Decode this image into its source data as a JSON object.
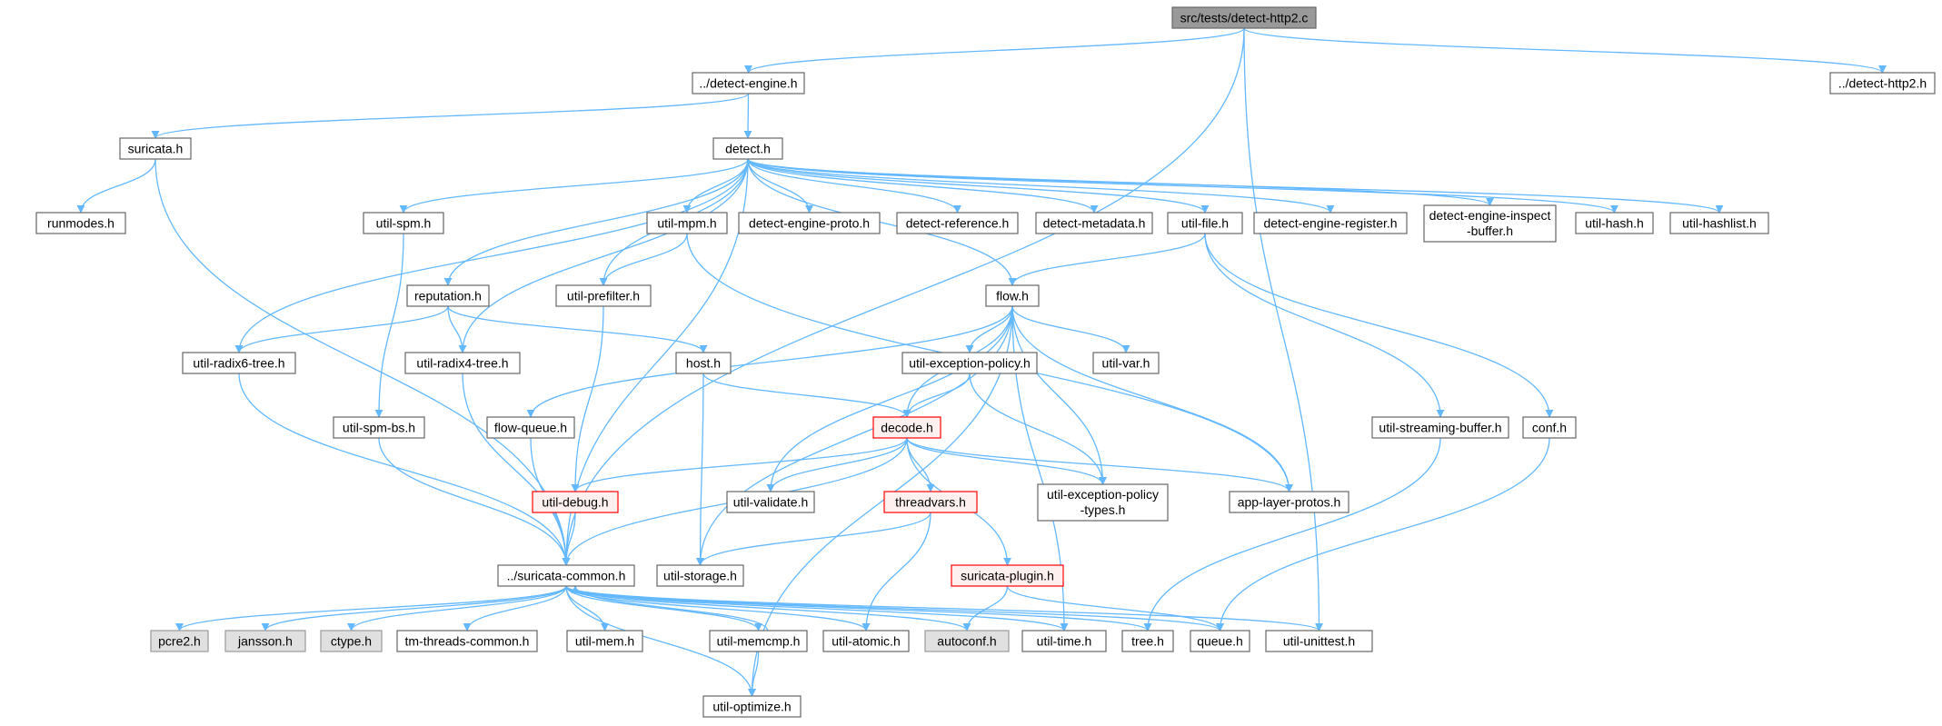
{
  "colors": {
    "edge": "#63b8ff",
    "node_border": "#666666",
    "node_fill": "#ffffff",
    "root_fill": "#999999",
    "external_fill": "#e0e0e0",
    "external_border": "#999999",
    "incomplete_border": "#ff0000",
    "incomplete_fill": "#fff0f0"
  },
  "graph": {
    "nodes": [
      {
        "id": "root",
        "label": "src/tests/detect-http2.c",
        "style": "root"
      },
      {
        "id": "detect_engine",
        "label": "../detect-engine.h",
        "style": "normal"
      },
      {
        "id": "detect_http2",
        "label": "../detect-http2.h",
        "style": "normal"
      },
      {
        "id": "suricata",
        "label": "suricata.h",
        "style": "normal"
      },
      {
        "id": "detect",
        "label": "detect.h",
        "style": "normal"
      },
      {
        "id": "runmodes",
        "label": "runmodes.h",
        "style": "normal"
      },
      {
        "id": "util_spm",
        "label": "util-spm.h",
        "style": "normal"
      },
      {
        "id": "util_mpm",
        "label": "util-mpm.h",
        "style": "normal"
      },
      {
        "id": "detect_engine_proto",
        "label": "detect-engine-proto.h",
        "style": "normal"
      },
      {
        "id": "detect_reference",
        "label": "detect-reference.h",
        "style": "normal"
      },
      {
        "id": "detect_metadata",
        "label": "detect-metadata.h",
        "style": "normal"
      },
      {
        "id": "util_file",
        "label": "util-file.h",
        "style": "normal"
      },
      {
        "id": "detect_engine_register",
        "label": "detect-engine-register.h",
        "style": "normal"
      },
      {
        "id": "detect_engine_inspect_buffer",
        "label": "detect-engine-inspect\n-buffer.h",
        "style": "normal"
      },
      {
        "id": "util_hash",
        "label": "util-hash.h",
        "style": "normal"
      },
      {
        "id": "util_hashlist",
        "label": "util-hashlist.h",
        "style": "normal"
      },
      {
        "id": "reputation",
        "label": "reputation.h",
        "style": "normal"
      },
      {
        "id": "util_prefilter",
        "label": "util-prefilter.h",
        "style": "normal"
      },
      {
        "id": "flow",
        "label": "flow.h",
        "style": "normal"
      },
      {
        "id": "util_radix6_tree",
        "label": "util-radix6-tree.h",
        "style": "normal"
      },
      {
        "id": "util_radix4_tree",
        "label": "util-radix4-tree.h",
        "style": "normal"
      },
      {
        "id": "host",
        "label": "host.h",
        "style": "normal"
      },
      {
        "id": "util_exception_policy",
        "label": "util-exception-policy.h",
        "style": "normal"
      },
      {
        "id": "util_var",
        "label": "util-var.h",
        "style": "normal"
      },
      {
        "id": "util_spm_bs",
        "label": "util-spm-bs.h",
        "style": "normal"
      },
      {
        "id": "flow_queue",
        "label": "flow-queue.h",
        "style": "normal"
      },
      {
        "id": "decode",
        "label": "decode.h",
        "style": "incomplete"
      },
      {
        "id": "util_streaming_buffer",
        "label": "util-streaming-buffer.h",
        "style": "normal"
      },
      {
        "id": "conf",
        "label": "conf.h",
        "style": "normal"
      },
      {
        "id": "util_debug",
        "label": "util-debug.h",
        "style": "incomplete"
      },
      {
        "id": "util_validate",
        "label": "util-validate.h",
        "style": "normal"
      },
      {
        "id": "threadvars",
        "label": "threadvars.h",
        "style": "incomplete"
      },
      {
        "id": "util_exception_policy_types",
        "label": "util-exception-policy\n-types.h",
        "style": "normal"
      },
      {
        "id": "app_layer_protos",
        "label": "app-layer-protos.h",
        "style": "normal"
      },
      {
        "id": "suricata_common",
        "label": "../suricata-common.h",
        "style": "normal"
      },
      {
        "id": "util_storage",
        "label": "util-storage.h",
        "style": "normal"
      },
      {
        "id": "suricata_plugin",
        "label": "suricata-plugin.h",
        "style": "incomplete"
      },
      {
        "id": "pcre2",
        "label": "pcre2.h",
        "style": "external"
      },
      {
        "id": "jansson",
        "label": "jansson.h",
        "style": "external"
      },
      {
        "id": "ctype",
        "label": "ctype.h",
        "style": "external"
      },
      {
        "id": "tm_threads_common",
        "label": "tm-threads-common.h",
        "style": "normal"
      },
      {
        "id": "util_mem",
        "label": "util-mem.h",
        "style": "normal"
      },
      {
        "id": "util_memcmp",
        "label": "util-memcmp.h",
        "style": "normal"
      },
      {
        "id": "util_atomic",
        "label": "util-atomic.h",
        "style": "normal"
      },
      {
        "id": "autoconf",
        "label": "autoconf.h",
        "style": "external"
      },
      {
        "id": "util_time",
        "label": "util-time.h",
        "style": "normal"
      },
      {
        "id": "tree",
        "label": "tree.h",
        "style": "normal"
      },
      {
        "id": "queue",
        "label": "queue.h",
        "style": "normal"
      },
      {
        "id": "util_unittest",
        "label": "util-unittest.h",
        "style": "normal"
      },
      {
        "id": "util_optimize",
        "label": "util-optimize.h",
        "style": "normal"
      }
    ],
    "edges": [
      [
        "root",
        "detect_engine"
      ],
      [
        "root",
        "detect_http2"
      ],
      [
        "root",
        "suricata_common"
      ],
      [
        "root",
        "util_unittest"
      ],
      [
        "detect_engine",
        "suricata"
      ],
      [
        "detect_engine",
        "detect"
      ],
      [
        "suricata",
        "runmodes"
      ],
      [
        "suricata",
        "suricata_common"
      ],
      [
        "detect",
        "util_spm"
      ],
      [
        "detect",
        "util_mpm"
      ],
      [
        "detect",
        "detect_engine_proto"
      ],
      [
        "detect",
        "detect_reference"
      ],
      [
        "detect",
        "detect_metadata"
      ],
      [
        "detect",
        "util_file"
      ],
      [
        "detect",
        "detect_engine_register"
      ],
      [
        "detect",
        "detect_engine_inspect_buffer"
      ],
      [
        "detect",
        "util_hash"
      ],
      [
        "detect",
        "util_hashlist"
      ],
      [
        "detect",
        "reputation"
      ],
      [
        "detect",
        "util_prefilter"
      ],
      [
        "detect",
        "flow"
      ],
      [
        "detect",
        "util_radix6_tree"
      ],
      [
        "detect",
        "util_radix4_tree"
      ],
      [
        "detect",
        "suricata_common"
      ],
      [
        "util_spm",
        "util_spm_bs"
      ],
      [
        "util_spm_bs",
        "suricata_common"
      ],
      [
        "util_mpm",
        "util_prefilter"
      ],
      [
        "util_mpm",
        "app_layer_protos"
      ],
      [
        "util_file",
        "flow"
      ],
      [
        "util_file",
        "util_streaming_buffer"
      ],
      [
        "util_file",
        "conf"
      ],
      [
        "reputation",
        "util_radix6_tree"
      ],
      [
        "reputation",
        "util_radix4_tree"
      ],
      [
        "reputation",
        "host"
      ],
      [
        "util_prefilter",
        "util_debug"
      ],
      [
        "flow",
        "flow_queue"
      ],
      [
        "flow",
        "util_exception_policy"
      ],
      [
        "flow",
        "util_var"
      ],
      [
        "flow",
        "decode"
      ],
      [
        "flow",
        "util_validate"
      ],
      [
        "flow",
        "util_storage"
      ],
      [
        "flow",
        "util_exception_policy_types"
      ],
      [
        "flow",
        "app_layer_protos"
      ],
      [
        "flow",
        "util_time"
      ],
      [
        "flow",
        "util_optimize"
      ],
      [
        "util_radix6_tree",
        "suricata_common"
      ],
      [
        "util_radix4_tree",
        "suricata_common"
      ],
      [
        "host",
        "decode"
      ],
      [
        "host",
        "util_storage"
      ],
      [
        "util_exception_policy",
        "decode"
      ],
      [
        "util_exception_policy",
        "util_exception_policy_types"
      ],
      [
        "flow_queue",
        "suricata_common"
      ],
      [
        "decode",
        "util_debug"
      ],
      [
        "decode",
        "util_validate"
      ],
      [
        "decode",
        "threadvars"
      ],
      [
        "decode",
        "util_exception_policy_types"
      ],
      [
        "decode",
        "app_layer_protos"
      ],
      [
        "decode",
        "suricata_plugin"
      ],
      [
        "decode",
        "suricata_common"
      ],
      [
        "util_streaming_buffer",
        "tree"
      ],
      [
        "conf",
        "queue"
      ],
      [
        "util_debug",
        "suricata_common"
      ],
      [
        "threadvars",
        "util_storage"
      ],
      [
        "threadvars",
        "util_atomic"
      ],
      [
        "suricata_plugin",
        "autoconf"
      ],
      [
        "suricata_plugin",
        "queue"
      ],
      [
        "suricata_common",
        "pcre2"
      ],
      [
        "suricata_common",
        "jansson"
      ],
      [
        "suricata_common",
        "ctype"
      ],
      [
        "suricata_common",
        "tm_threads_common"
      ],
      [
        "suricata_common",
        "util_mem"
      ],
      [
        "suricata_common",
        "util_memcmp"
      ],
      [
        "suricata_common",
        "util_atomic"
      ],
      [
        "suricata_common",
        "autoconf"
      ],
      [
        "suricata_common",
        "util_time"
      ],
      [
        "suricata_common",
        "tree"
      ],
      [
        "suricata_common",
        "queue"
      ],
      [
        "suricata_common",
        "util_unittest"
      ],
      [
        "suricata_common",
        "util_optimize"
      ],
      [
        "util_memcmp",
        "suricata_common"
      ],
      [
        "util_memcmp",
        "util_optimize"
      ]
    ]
  }
}
